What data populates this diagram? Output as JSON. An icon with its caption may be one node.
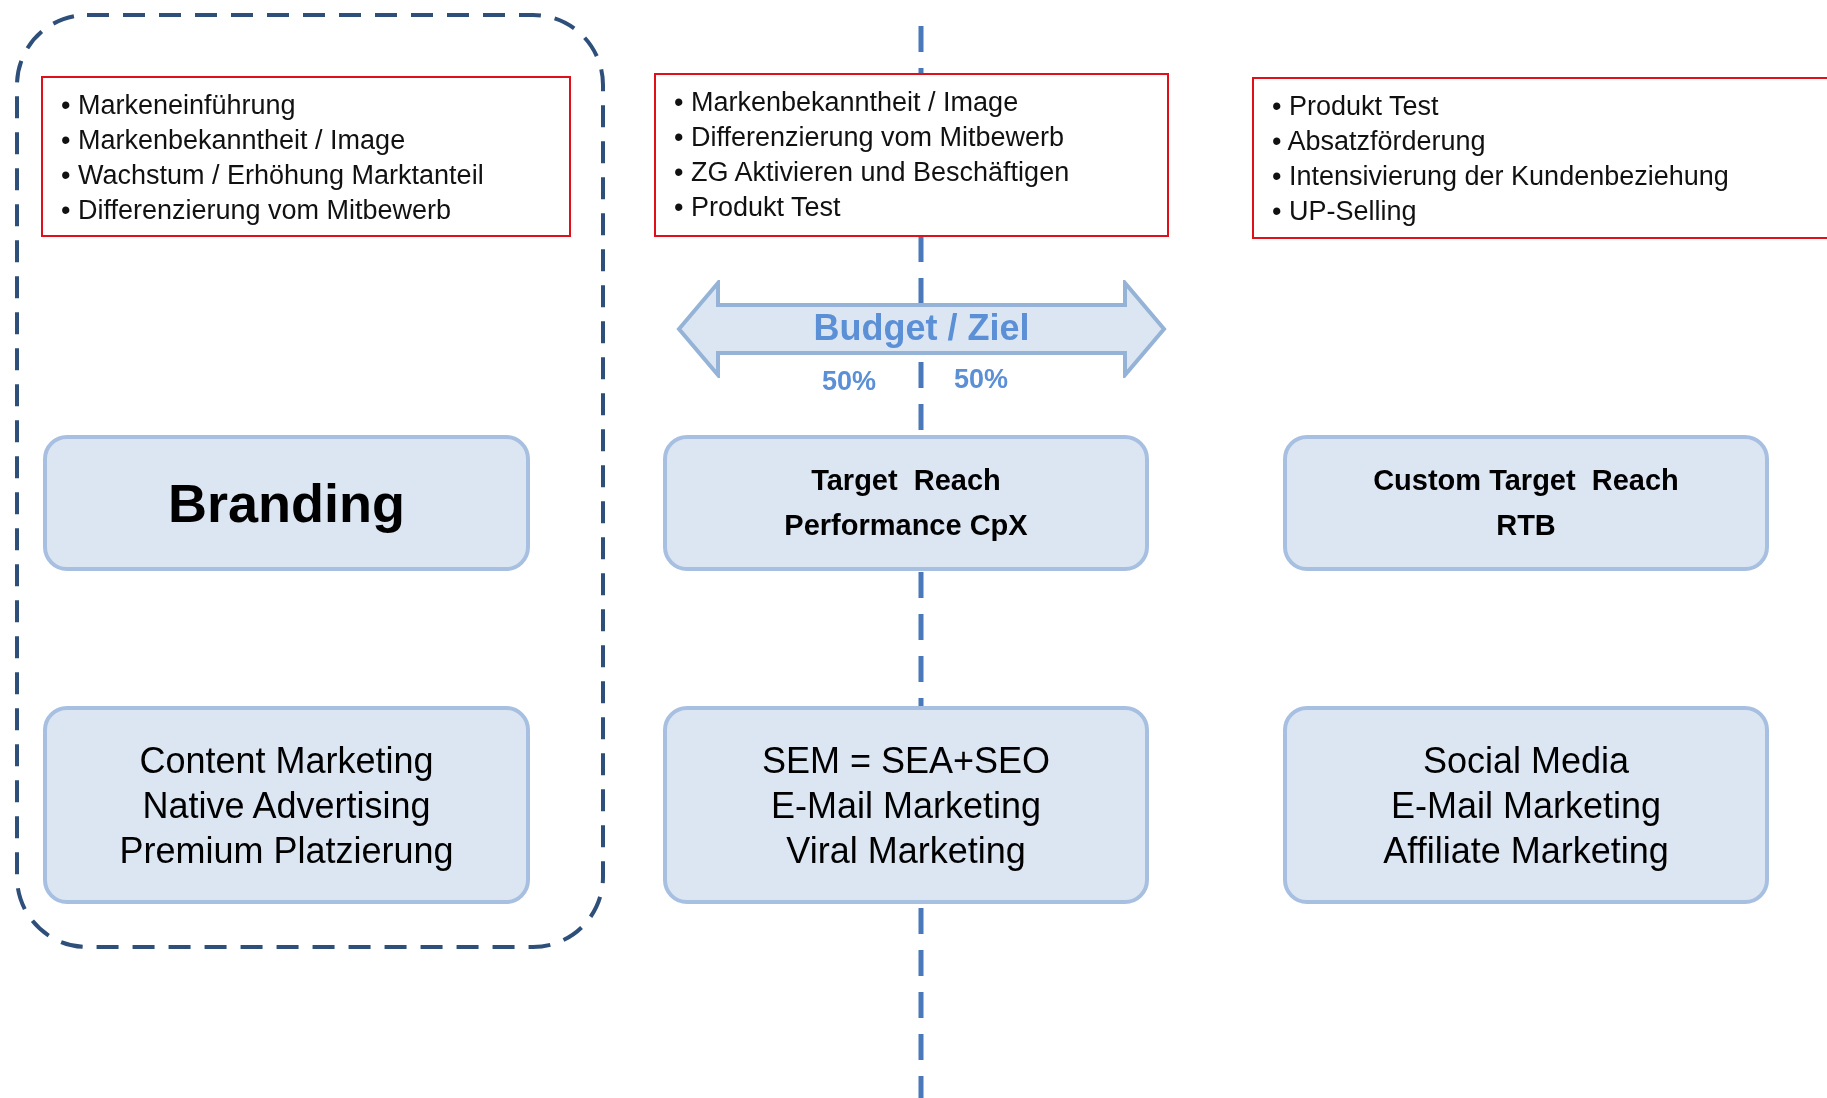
{
  "diagram": {
    "nodes": [
      {
        "text": [],
        "shape": "box"
      },
      {
        "text": [
          "• Markeneinführung",
          "• Markenbekanntheit / Image",
          "• Wachstum / Erhöhung Marktanteil",
          "• Differenzierung vom Mitbewerb"
        ],
        "in": 0
      },
      {
        "text": [
          "Branding"
        ],
        "in": 0
      },
      {
        "text": [
          "Content Marketing",
          "Native Advertising",
          "Premium Platzierung"
        ],
        "in": 0
      },
      {
        "text": [
          "• Markenbekanntheit / Image",
          "• Differenzierung vom Mitbewerb",
          "• ZG Aktivieren und Beschäftigen",
          "• Produkt Test"
        ]
      },
      {
        "text": [
          "Budget / Ziel"
        ]
      },
      {
        "text": [
          "Target  Reach",
          "Performance CpX"
        ]
      },
      {
        "text": [
          "SEM = SEA+SEO",
          "E-Mail Marketing",
          "Viral Marketing"
        ]
      },
      {
        "text": [
          "• Produkt Test",
          "• Absatzförderung",
          "• Intensivierung der Kundenbeziehung",
          "• UP-Selling"
        ]
      },
      {
        "text": [
          "Custom Target  Reach",
          "RTB"
        ]
      },
      {
        "text": [
          "Social Media",
          "E-Mail Marketing",
          "Affiliate Marketing"
        ]
      }
    ],
    "labels": [
      "50%",
      "50%"
    ]
  }
}
